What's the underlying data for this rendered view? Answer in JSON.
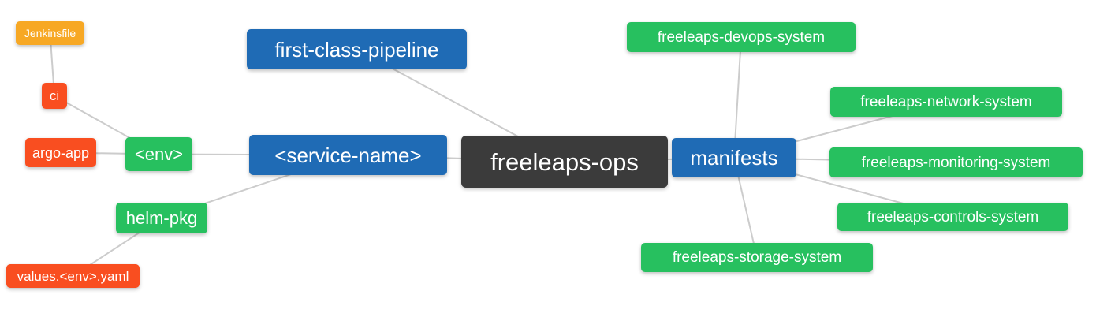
{
  "palette": {
    "root_dark": "#3b3b3b",
    "branch_blue": "#1f6bb5",
    "sub_green": "#27c05f",
    "leaf_red": "#f94e20",
    "leaf_orange": "#f7a824",
    "edge_gray": "#cccccc",
    "background": "#ffffff",
    "node_text": "#ffffff"
  },
  "mindmap": {
    "root_label": "freeleaps-ops",
    "nodes": {
      "jenkinsfile": {
        "label": "Jenkinsfile",
        "color": "#f7a824"
      },
      "ci": {
        "label": "ci",
        "color": "#f94e20"
      },
      "argo_app": {
        "label": "argo-app",
        "color": "#f94e20"
      },
      "env": {
        "label": "<env>",
        "color": "#27c05f"
      },
      "helm_pkg": {
        "label": "helm-pkg",
        "color": "#27c05f"
      },
      "values_yaml": {
        "label": "values.<env>.yaml",
        "color": "#f94e20"
      },
      "pipeline": {
        "label": "first-class-pipeline",
        "color": "#1f6bb5"
      },
      "service_name": {
        "label": "<service-name>",
        "color": "#1f6bb5"
      },
      "root": {
        "label": "freeleaps-ops",
        "color": "#3b3b3b"
      },
      "manifests": {
        "label": "manifests",
        "color": "#1f6bb5"
      },
      "devops": {
        "label": "freeleaps-devops-system",
        "color": "#27c05f"
      },
      "network": {
        "label": "freeleaps-network-system",
        "color": "#27c05f"
      },
      "monitoring": {
        "label": "freeleaps-monitoring-system",
        "color": "#27c05f"
      },
      "controls": {
        "label": "freeleaps-controls-system",
        "color": "#27c05f"
      },
      "storage": {
        "label": "freeleaps-storage-system",
        "color": "#27c05f"
      }
    },
    "edges": [
      {
        "from": "jenkinsfile",
        "to": "ci"
      },
      {
        "from": "ci",
        "to": "env"
      },
      {
        "from": "argo_app",
        "to": "env"
      },
      {
        "from": "env",
        "to": "service_name"
      },
      {
        "from": "helm_pkg",
        "to": "service_name"
      },
      {
        "from": "values_yaml",
        "to": "helm_pkg"
      },
      {
        "from": "pipeline",
        "to": "root"
      },
      {
        "from": "service_name",
        "to": "root"
      },
      {
        "from": "root",
        "to": "manifests"
      },
      {
        "from": "manifests",
        "to": "devops"
      },
      {
        "from": "manifests",
        "to": "network"
      },
      {
        "from": "manifests",
        "to": "monitoring"
      },
      {
        "from": "manifests",
        "to": "controls"
      },
      {
        "from": "manifests",
        "to": "storage"
      }
    ]
  }
}
